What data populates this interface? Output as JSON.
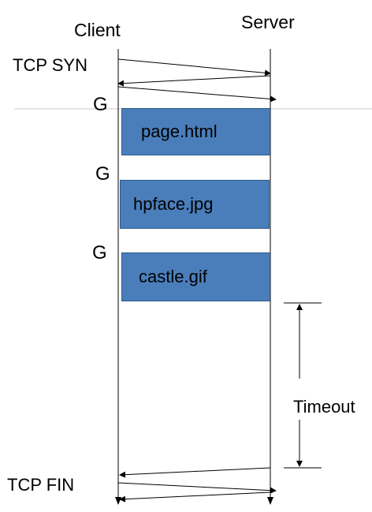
{
  "headers": {
    "client": "Client",
    "server": "Server"
  },
  "labels": {
    "tcp_syn": "TCP SYN",
    "tcp_fin": "TCP FIN",
    "timeout": "Timeout",
    "get_1": "G",
    "get_2": "G",
    "get_3": "G"
  },
  "boxes": [
    {
      "label": "page.html"
    },
    {
      "label": "hpface.jpg"
    },
    {
      "label": "castle.gif"
    }
  ],
  "colors": {
    "box_fill": "#4a7ebb",
    "box_border": "#2e5a8a",
    "line": "#000000",
    "separator": "#c8c8c8"
  }
}
